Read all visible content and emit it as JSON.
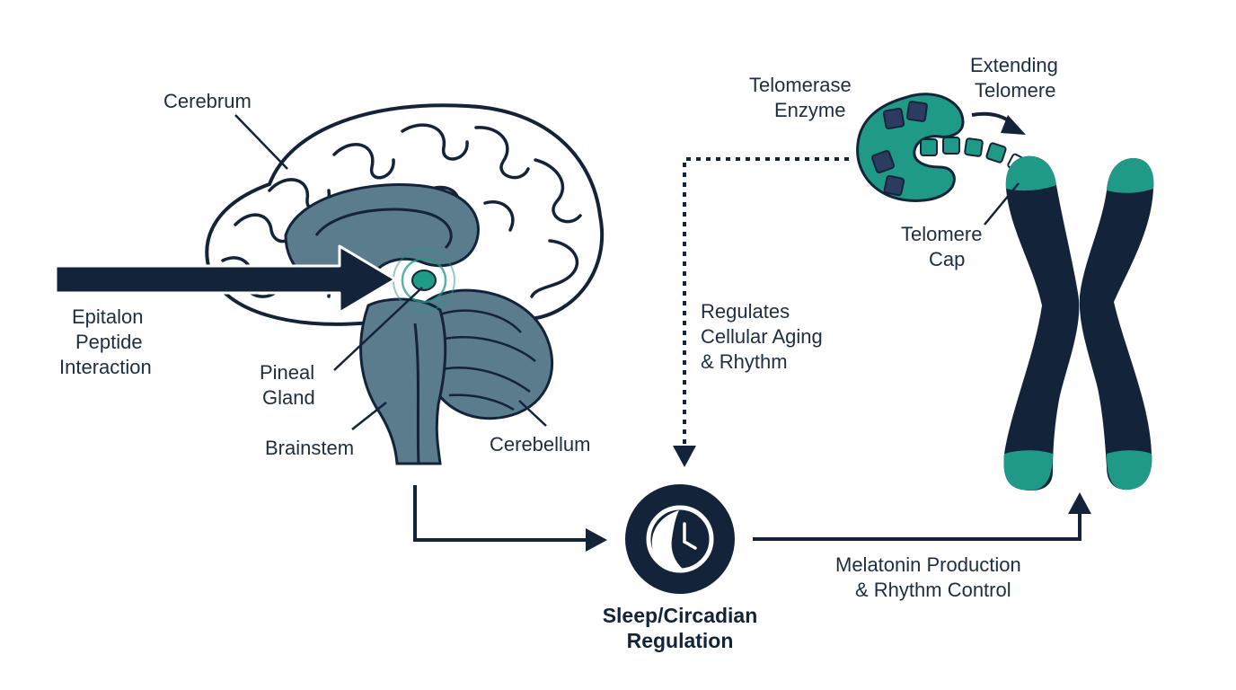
{
  "labels": {
    "cerebrum": "Cerebrum",
    "pineal_line1": "Pineal",
    "pineal_line2": "Gland",
    "brainstem": "Brainstem",
    "cerebellum": "Cerebellum",
    "epitalon_line1": "Epitalon",
    "epitalon_line2": "Peptide",
    "epitalon_line3": "Interaction",
    "regulates_line1": "Regulates",
    "regulates_line2": "Cellular Aging",
    "regulates_line3": "& Rhythm",
    "telomerase_line1": "Telomerase",
    "telomerase_line2": "Enzyme",
    "extending_line1": "Extending",
    "extending_line2": "Telomere",
    "telomere_cap_line1": "Telomere",
    "telomere_cap_line2": "Cap",
    "sleep_line1": "Sleep/Circadian",
    "sleep_line2": "Regulation",
    "melatonin_line1": "Melatonin Production",
    "melatonin_line2": "& Rhythm Control"
  },
  "colors": {
    "navy": "#13243a",
    "teal": "#1f9a87",
    "slate": "#5b7c8c",
    "slate_light": "#7495a3"
  },
  "icons": {
    "sleep": "moon-clock-icon"
  }
}
